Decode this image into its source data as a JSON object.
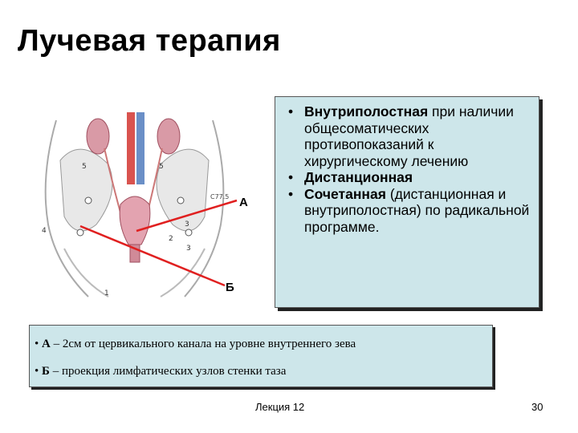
{
  "slide": {
    "title": "Лучевая терапия",
    "labels": {
      "a": "А",
      "b": "Б"
    },
    "right_box": {
      "item1_bold": "Внутриполостная",
      "item1_rest": " при наличии общесоматических противопоказаний к хирургическому лечению",
      "item2_bold": "Дистанционная",
      "item3_bold": "Сочетанная",
      "item3_rest": " (дистанционная и внутриполостная) по радикальной программе."
    },
    "bottom_box": {
      "line1_bullet": "• ",
      "line1_bold": "А",
      "line1_rest": " – 2см от цервикального канала на уровне внутреннего зева",
      "line2_bullet": "• ",
      "line2_bold": "Б",
      "line2_rest": " – проекция лимфатических узлов стенки таза"
    },
    "footer": {
      "lecture": "Лекция 12",
      "page": "30"
    },
    "anatomy_numbers": [
      "5",
      "5",
      "4",
      "3",
      "2",
      "1",
      "3"
    ],
    "anatomy_code": "C77.5"
  }
}
